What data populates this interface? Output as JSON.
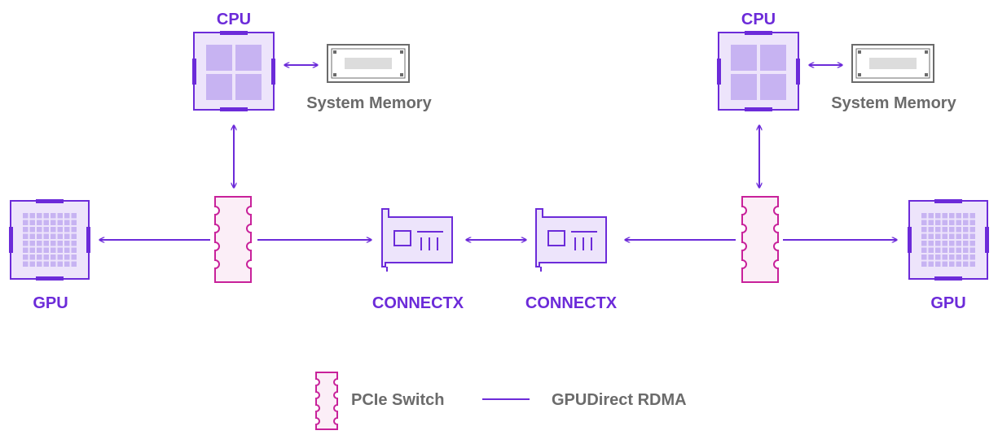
{
  "labels": {
    "cpu_left": "CPU",
    "cpu_right": "CPU",
    "sysmem_left": "System Memory",
    "sysmem_right": "System Memory",
    "gpu_left": "GPU",
    "gpu_right": "GPU",
    "connectx_left": "CONNECTX",
    "connectx_right": "CONNECTX"
  },
  "legend": {
    "pcie_switch": "PCIe Switch",
    "gpudirect_rdma": "GPUDirect RDMA"
  },
  "colors": {
    "purple": "#6c2bd9",
    "light_purple": "#c7b3f2",
    "magenta": "#c8219a",
    "light_pink": "#fbeef7",
    "gray": "#6b6b6b",
    "light_gray": "#e6e6e6"
  },
  "icons": {
    "cpu": "cpu-chip-icon",
    "memory": "memory-module-icon",
    "gpu": "gpu-chip-icon",
    "nic": "connectx-nic-icon",
    "switch": "pcie-switch-icon"
  }
}
